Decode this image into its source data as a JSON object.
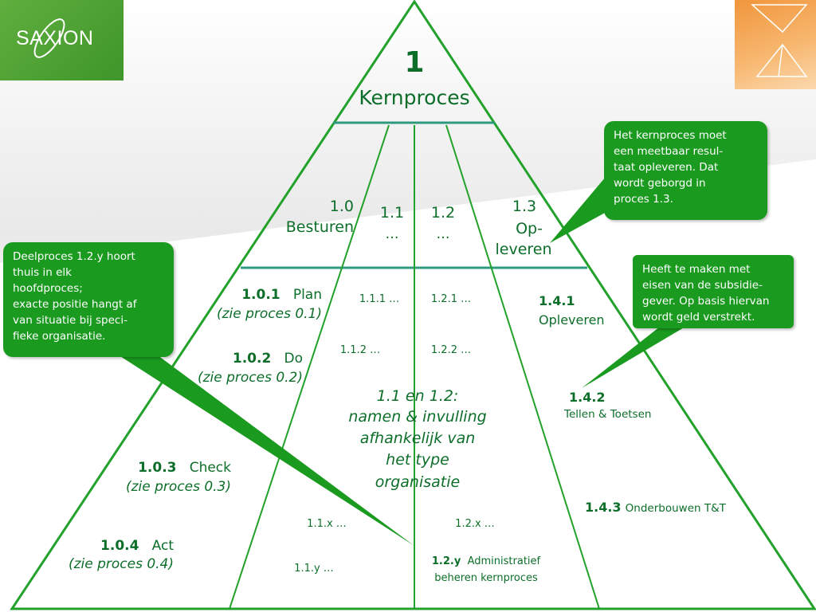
{
  "logo": {
    "text": "SAXION"
  },
  "apex": {
    "number": "1",
    "title": "Kernproces"
  },
  "tier2": {
    "p10": {
      "number": "1.0",
      "name": "Besturen"
    },
    "p11": {
      "number": "1.1",
      "sub": "…"
    },
    "p12": {
      "number": "1.2",
      "sub": "…"
    },
    "p13": {
      "number": "1.3",
      "line1": "Op-",
      "line2": "leveren"
    }
  },
  "left": {
    "p101": {
      "number": "1.0.1",
      "name": "Plan",
      "ref": "(zie proces 0.1)"
    },
    "p102": {
      "number": "1.0.2",
      "name": "Do",
      "ref": "(zie proces 0.2)"
    },
    "p103": {
      "number": "1.0.3",
      "name": "Check",
      "ref": "(zie proces 0.3)"
    },
    "p104": {
      "number": "1.0.4",
      "name": "Act",
      "ref": "(zie proces 0.4)"
    }
  },
  "middle": {
    "p111": "1.1.1 …",
    "p121": "1.2.1 …",
    "p112": "1.1.2 …",
    "p122": "1.2.2 …",
    "note": [
      "1.1 en 1.2:",
      "namen & invulling",
      "afhankelijk van",
      "het type",
      "organisatie"
    ],
    "p11x": "1.1.x …",
    "p12x": "1.2.x …",
    "p11y": "1.1.y …",
    "p12y": {
      "number": "1.2.y",
      "name": "Administratief",
      "line2": "beheren kernproces"
    }
  },
  "right": {
    "p141": {
      "number": "1.4.1",
      "name": "Opleveren"
    },
    "p142": {
      "number": "1.4.2",
      "name": "Tellen & Toetsen"
    },
    "p143": {
      "number": "1.4.3",
      "name": "Onderbouwen T&T"
    }
  },
  "callouts": {
    "top_right": [
      "Het kernproces moet",
      "een meetbaar resul-",
      "taat opleveren. Dat",
      "wordt geborgd in",
      "proces 1.3."
    ],
    "mid_right": [
      "Heeft te maken met",
      "eisen van de subsidie-",
      "gever. Op basis hiervan",
      "wordt geld verstrekt."
    ],
    "left": [
      "Deelproces 1.2.y hoort",
      "thuis in  elk",
      "hoofdproces;",
      "exacte positie hangt af",
      "van situatie bij speci-",
      "fieke organisatie."
    ]
  },
  "colors": {
    "line": "#22a12b",
    "teal": "#2f9a80",
    "text": "#0d6e2a",
    "callout": "#1a9a1f",
    "brand": "#4aa232",
    "accent": "#f39a3c"
  }
}
